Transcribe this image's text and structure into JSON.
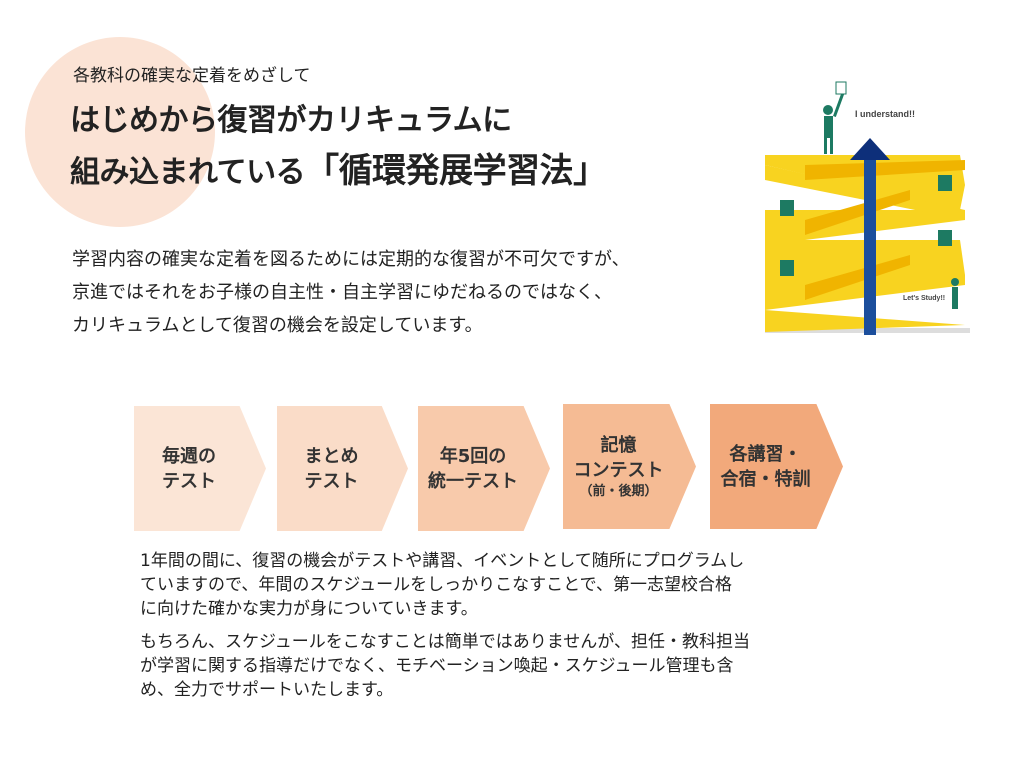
{
  "header": {
    "subtitle": "各教科の確実な定着をめざして",
    "title_line1": "はじめから復習がカリキュラムに",
    "title_line2_prefix": "組み込まれている",
    "title_line2_highlight": "「循環発展学習法」"
  },
  "intro": {
    "lines": [
      "学習内容の確実な定着を図るためには定期的な復習が不可欠ですが、",
      "京進ではそれをお子様の自主性・自主学習にゆだねるのではなく、",
      "カリキュラムとして復習の機会を設定しています。"
    ]
  },
  "illustration": {
    "top_label": "I understand!!",
    "bottom_label": "Let's Study!!"
  },
  "steps": [
    {
      "line1": "毎週の",
      "line2": "テスト",
      "color": "#fbe5d6"
    },
    {
      "line1": "まとめ",
      "line2": "テスト",
      "color": "#fadcc8"
    },
    {
      "line1": "年5回の",
      "line2": "統一テスト",
      "color": "#f8caab"
    },
    {
      "line1": "記憶",
      "line2": "コンテスト",
      "note": "（前・後期）",
      "color": "#f5bb94"
    },
    {
      "line1": "各講習・",
      "line2": "合宿・特訓",
      "color": "#f2a97b"
    }
  ],
  "paragraphs": {
    "p1": [
      "1年間の間に、復習の機会がテストや講習、イベントとして随所にプログラムし",
      "ていますので、年間のスケジュールをしっかりこなすことで、第一志望校合格",
      "に向けた確かな実力が身についていきます。"
    ],
    "p2": [
      "もちろん、スケジュールをこなすことは簡単ではありませんが、担任・教科担当",
      "が学習に関する指導だけでなく、モチベーション喚起・スケジュール管理も含",
      "め、全力でサポートいたします。"
    ]
  }
}
